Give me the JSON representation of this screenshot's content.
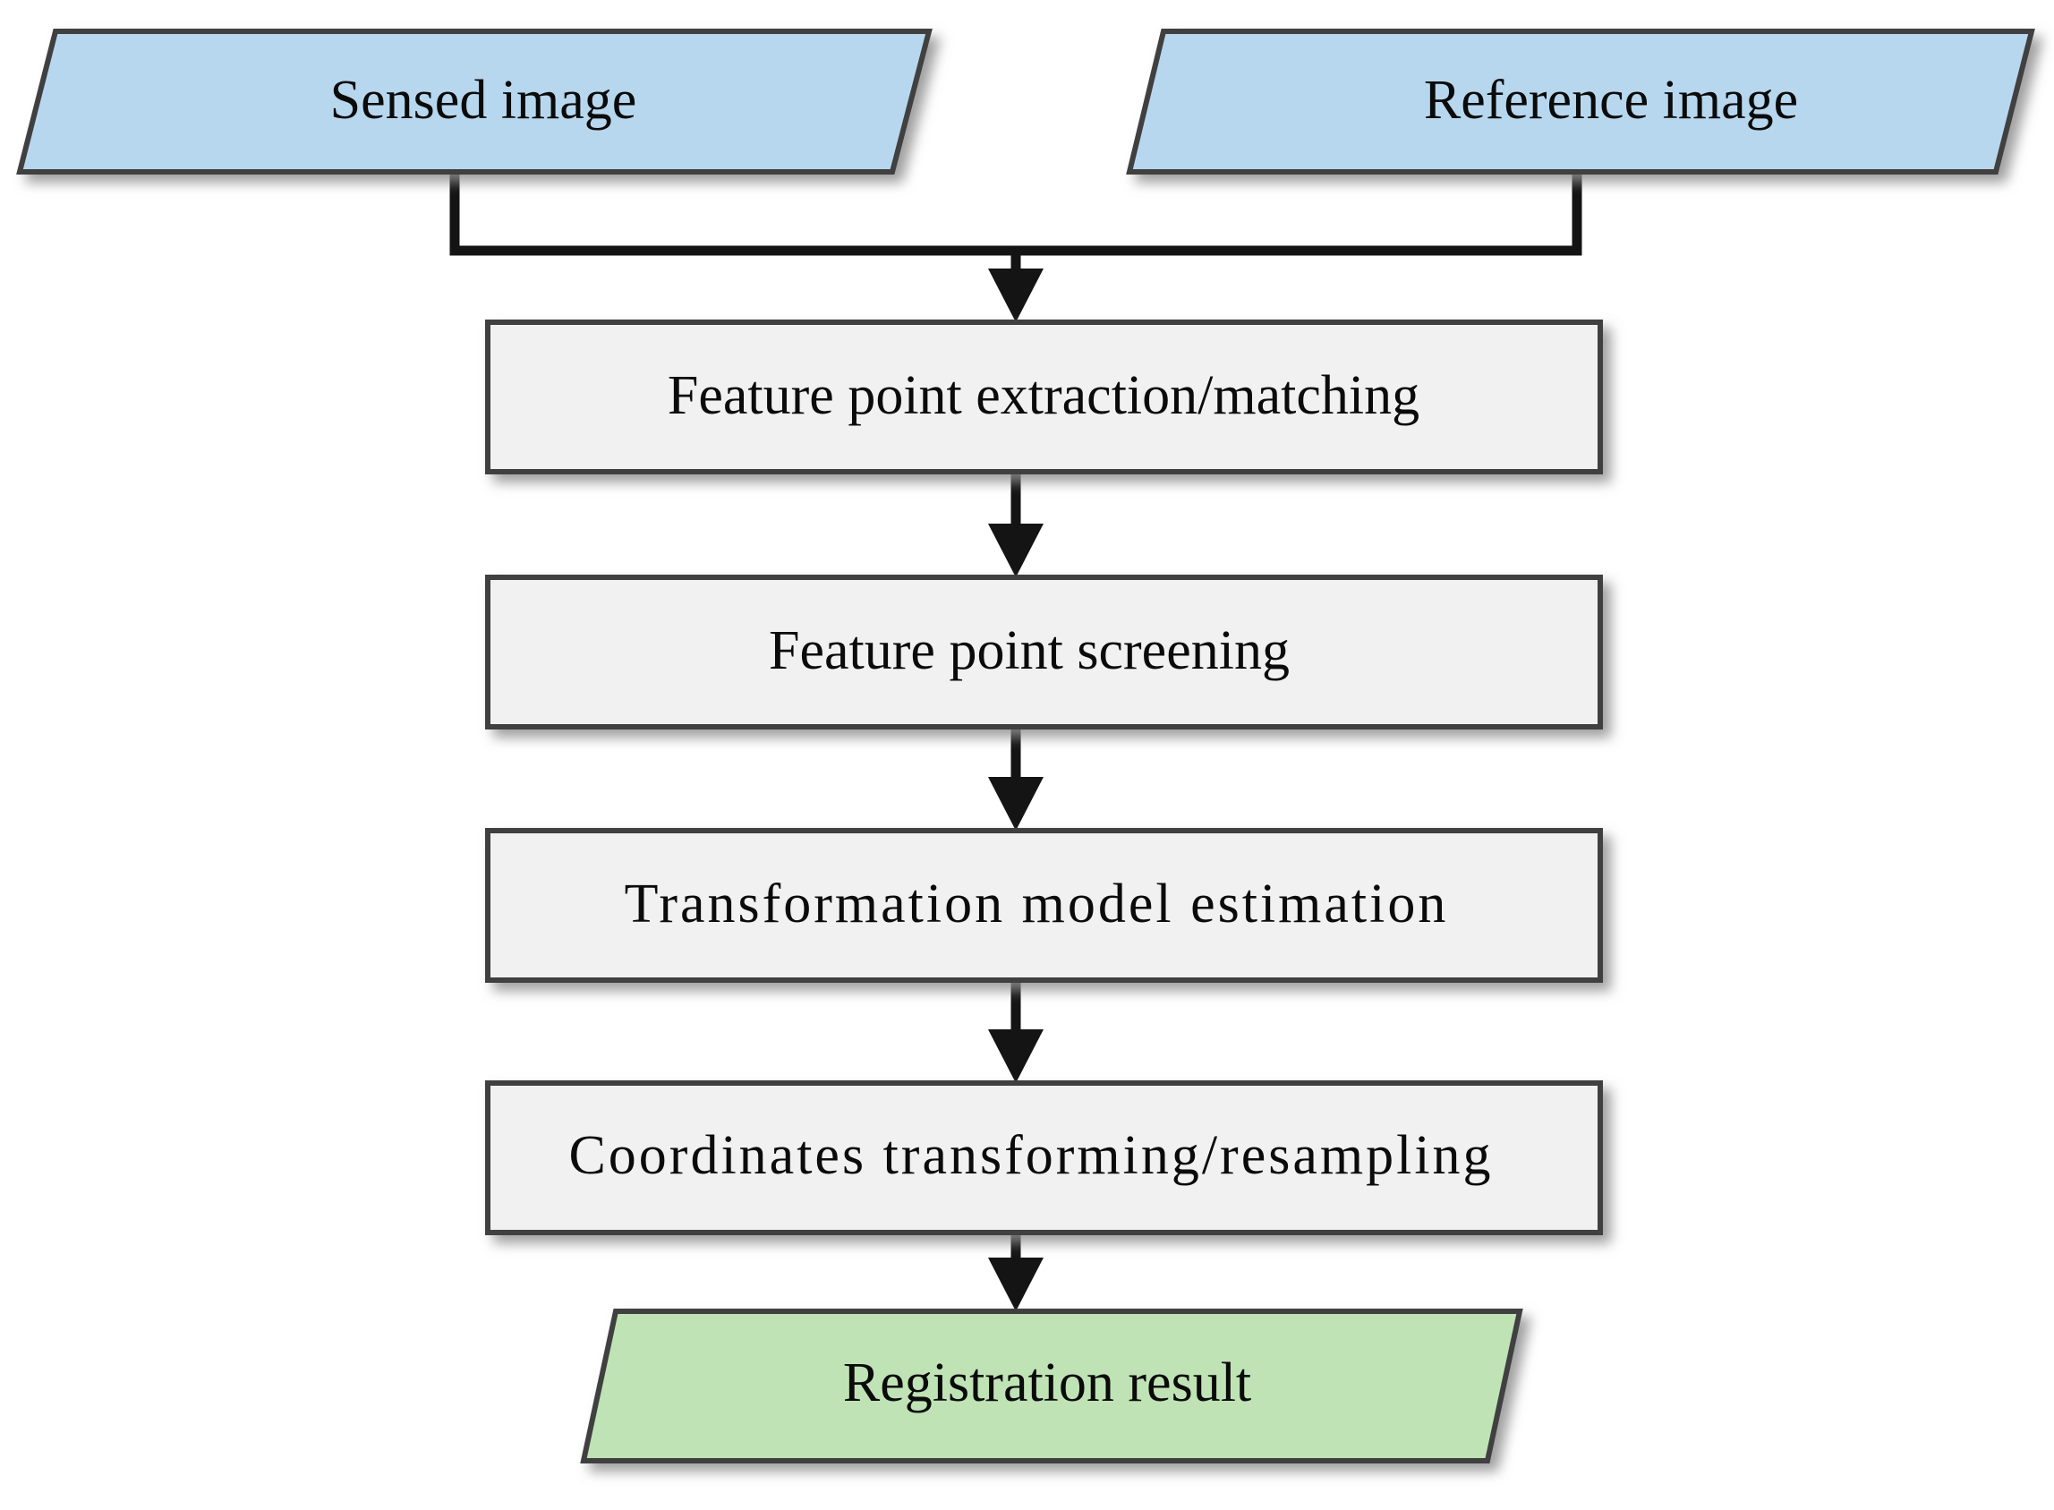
{
  "diagram": {
    "title": "Image registration pipeline flowchart",
    "background_color": "#ffffff",
    "palette": {
      "io_blue": "#b7d7ee",
      "io_green": "#bfe3b5",
      "process_grey": "#f1f1f1",
      "shape_border": "#3f3f3f",
      "connector": "#141414",
      "text": "#0b0b0b",
      "shadow": "#9a9a9a"
    },
    "inputs": [
      {
        "id": "sensed-image",
        "label": "Sensed image",
        "shape": "parallelogram",
        "fill": "#b7d7ee"
      },
      {
        "id": "reference-image",
        "label": "Reference  image",
        "shape": "parallelogram",
        "fill": "#b7d7ee"
      }
    ],
    "steps": [
      {
        "id": "feature-extraction-matching",
        "label": "Feature point extraction/matching",
        "shape": "rectangle",
        "fill": "#f1f1f1"
      },
      {
        "id": "feature-screening",
        "label": "Feature point screening",
        "shape": "rectangle",
        "fill": "#f1f1f1"
      },
      {
        "id": "transformation-model-estimation",
        "label": "Transformation  model  estimation",
        "shape": "rectangle",
        "fill": "#f1f1f1"
      },
      {
        "id": "coordinates-transforming-resampling",
        "label": "Coordinates  transforming/resampling",
        "shape": "rectangle",
        "fill": "#f1f1f1"
      }
    ],
    "output": {
      "id": "registration-result",
      "label": "Registration result",
      "shape": "parallelogram",
      "fill": "#bfe3b5"
    },
    "connectors": [
      {
        "from": "sensed-image",
        "to": "feature-extraction-matching",
        "type": "elbow-merge",
        "arrow": true
      },
      {
        "from": "reference-image",
        "to": "feature-extraction-matching",
        "type": "elbow-merge",
        "arrow": true
      },
      {
        "from": "feature-extraction-matching",
        "to": "feature-screening",
        "type": "straight",
        "arrow": true
      },
      {
        "from": "feature-screening",
        "to": "transformation-model-estimation",
        "type": "straight",
        "arrow": true
      },
      {
        "from": "transformation-model-estimation",
        "to": "coordinates-transforming-resampling",
        "type": "straight",
        "arrow": true
      },
      {
        "from": "coordinates-transforming-resampling",
        "to": "registration-result",
        "type": "straight",
        "arrow": true
      }
    ]
  }
}
